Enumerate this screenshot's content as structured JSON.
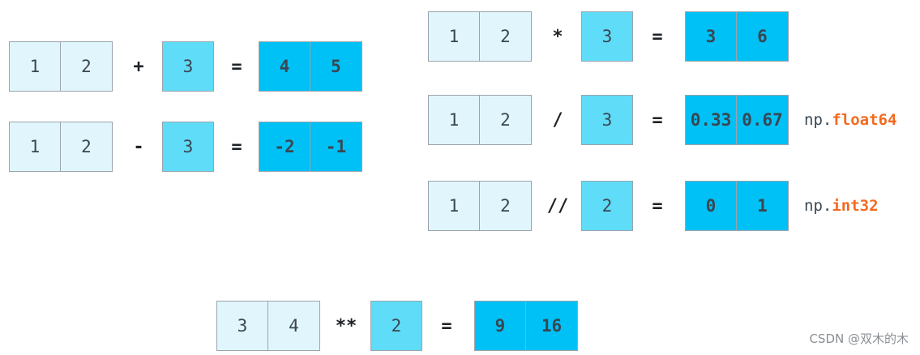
{
  "rows": {
    "add": {
      "left": [
        "1",
        "2"
      ],
      "op": "+",
      "right": "3",
      "eq": "=",
      "result": [
        "4",
        "5"
      ]
    },
    "sub": {
      "left": [
        "1",
        "2"
      ],
      "op": "-",
      "right": "3",
      "eq": "=",
      "result": [
        "-2",
        "-1"
      ]
    },
    "mul": {
      "left": [
        "1",
        "2"
      ],
      "op": "*",
      "right": "3",
      "eq": "=",
      "result": [
        "3",
        "6"
      ]
    },
    "div": {
      "left": [
        "1",
        "2"
      ],
      "op": "/",
      "right": "3",
      "eq": "=",
      "result": [
        "0.33",
        "0.67"
      ],
      "dtype_prefix": "np.",
      "dtype_name": "float64"
    },
    "floordiv": {
      "left": [
        "1",
        "2"
      ],
      "op": "//",
      "right": "2",
      "eq": "=",
      "result": [
        "0",
        "1"
      ],
      "dtype_prefix": "np.",
      "dtype_name": "int32"
    },
    "pow": {
      "left": [
        "3",
        "4"
      ],
      "op": "**",
      "right": "2",
      "eq": "=",
      "result": [
        "9",
        "16"
      ]
    }
  },
  "colors": {
    "left_array": "#e1f6fc",
    "scalar": "#5fdcf7",
    "result_array": "#00c1f5",
    "dtype_highlight": "#f36a1f"
  },
  "watermark": "CSDN @双木的木"
}
